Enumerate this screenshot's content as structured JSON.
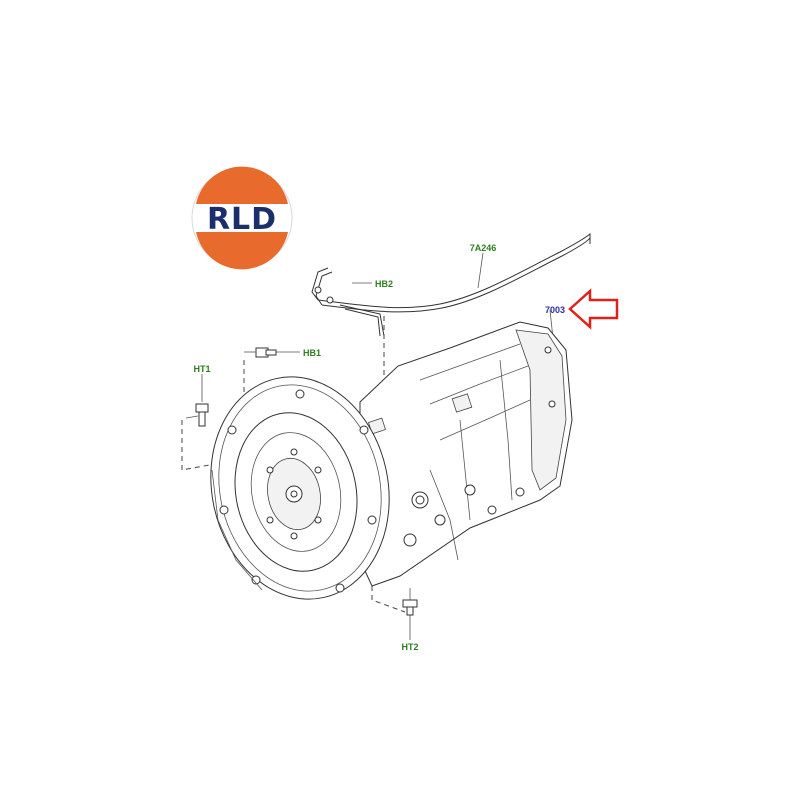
{
  "logo": {
    "text": "RLD",
    "ring_color": "#e86a2c",
    "text_color": "#1b2f6b"
  },
  "callouts": {
    "part_7A246": "7A246",
    "part_HB2": "HB2",
    "part_HB1": "HB1",
    "part_HT1": "HT1",
    "part_HT2": "HT2",
    "part_7003": "7003"
  },
  "colors": {
    "callout_green": "#2e7d1e",
    "callout_blue": "#2a2fa0",
    "arrow_red": "#e0201a"
  },
  "icons": {
    "highlight_arrow": "left-arrow-outline-icon"
  }
}
